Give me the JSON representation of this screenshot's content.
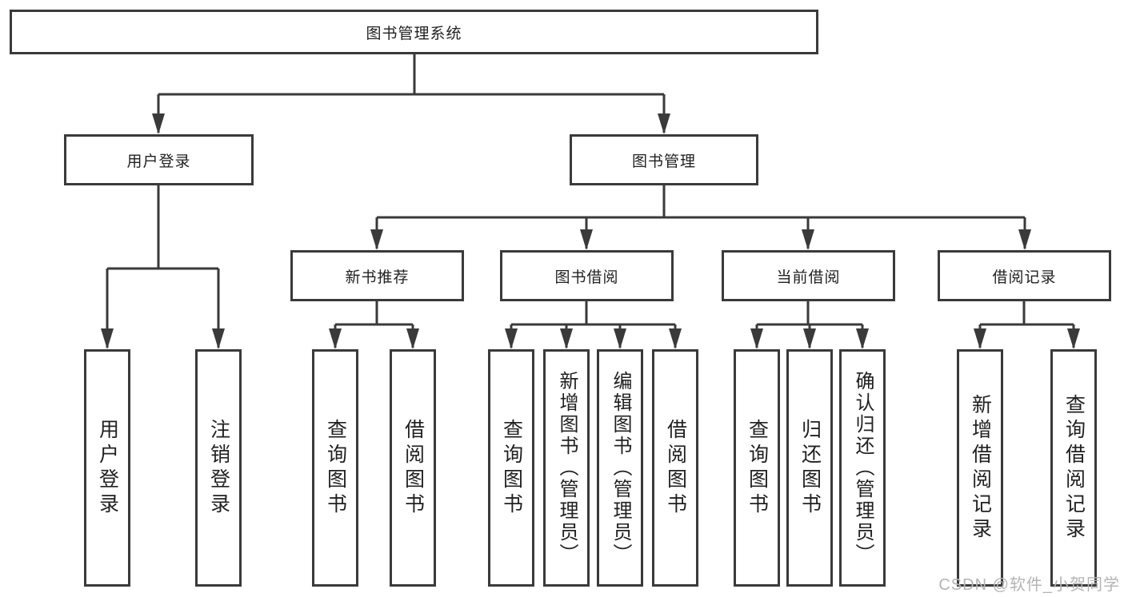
{
  "tree": {
    "label": "图书管理系统",
    "children": [
      {
        "label": "用户登录",
        "children": [
          {
            "label": "用户登录"
          },
          {
            "label": "注销登录"
          }
        ]
      },
      {
        "label": "图书管理",
        "children": [
          {
            "label": "新书推荐",
            "children": [
              {
                "label": "查询图书"
              },
              {
                "label": "借阅图书"
              }
            ]
          },
          {
            "label": "图书借阅",
            "children": [
              {
                "label": "查询图书"
              },
              {
                "label": "新增图书（管理员）"
              },
              {
                "label": "编辑图书（管理员）"
              },
              {
                "label": "借阅图书"
              }
            ]
          },
          {
            "label": "当前借阅",
            "children": [
              {
                "label": "查询图书"
              },
              {
                "label": "归还图书"
              },
              {
                "label": "确认归还（管理员）"
              }
            ]
          },
          {
            "label": "借阅记录",
            "children": [
              {
                "label": "新增借阅记录"
              },
              {
                "label": "查询借阅记录"
              }
            ]
          }
        ]
      }
    ]
  },
  "colors": {
    "line": "#3a3a3a",
    "text": "#212121",
    "watermark": "#b4b4b4"
  },
  "watermark": "CSDN @软件_小贺同学"
}
